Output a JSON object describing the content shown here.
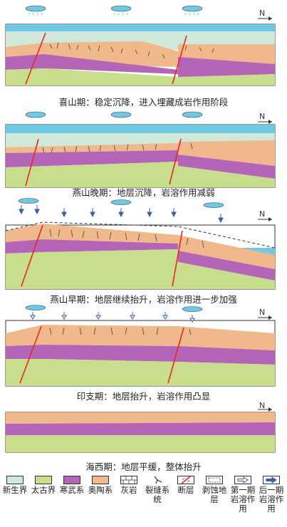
{
  "panels": [
    {
      "caption": "喜山期：稳定沉降，进入埋藏成岩作用阶段"
    },
    {
      "caption": "燕山晚期：地层沉降，岩溶作用减弱"
    },
    {
      "caption": "燕山早期：地层继续抬升，岩溶作用进一步加强"
    },
    {
      "caption": "印支期：地层抬升，岩溶作用凸显"
    },
    {
      "caption": "海西期：地层平缓，整体抬升"
    }
  ],
  "north_label": "N",
  "legend": [
    {
      "label": "新生界",
      "swatch": "cenozoic"
    },
    {
      "label": "太古界",
      "swatch": "archean"
    },
    {
      "label": "寒武系",
      "swatch": "cambrian"
    },
    {
      "label": "奥陶系",
      "swatch": "ordovician"
    },
    {
      "label": "灰岩",
      "swatch": "limestone"
    },
    {
      "label": "裂缝系统",
      "swatch": "fracture"
    },
    {
      "label": "断层",
      "swatch": "fault"
    },
    {
      "label": "剥蚀地层",
      "swatch": "eroded"
    },
    {
      "label": "第一期岩溶作用",
      "swatch": "arrow-hollow"
    },
    {
      "label": "后一期岩溶作用",
      "swatch": "arrow-solid"
    }
  ],
  "colors": {
    "cenozoic": "#cfe8d9",
    "archean": "#c8de8c",
    "cambrian": "#b565b8",
    "ordovician": "#f0b98c",
    "water": "#6fc9e4",
    "fault": "#e8262a",
    "arrow": "#3a5fa8"
  }
}
